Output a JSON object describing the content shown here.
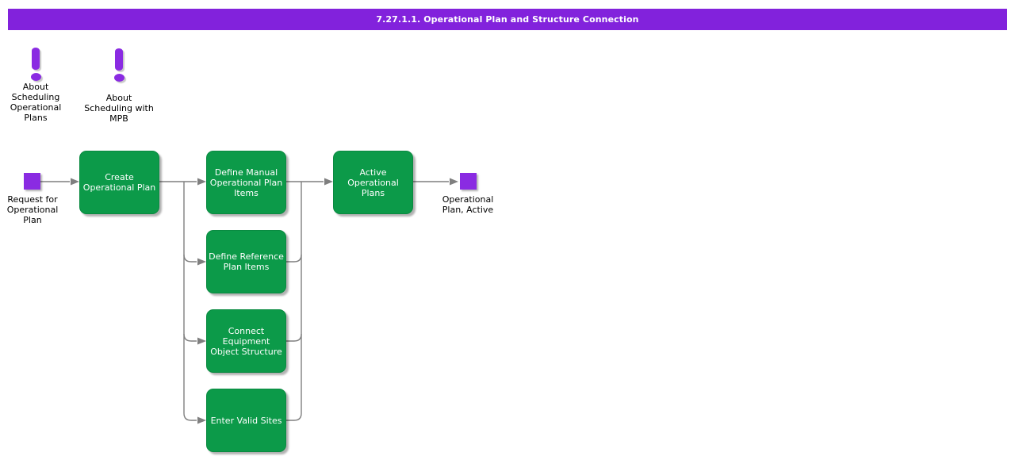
{
  "title_bar": {
    "text": "7.27.1.1. Operational Plan and Structure Connection"
  },
  "notes": [
    {
      "icon": "exclamation-icon",
      "label": "About Scheduling Operational Plans"
    },
    {
      "icon": "exclamation-icon",
      "label": "About Scheduling with MPB"
    }
  ],
  "flow": {
    "start_event": {
      "label": "Request for Operational Plan"
    },
    "activities": [
      {
        "label": "Create Operational Plan"
      },
      {
        "label": "Define Manual Operational Plan Items"
      },
      {
        "label": "Define Reference Plan Items"
      },
      {
        "label": "Connect Equipment Object Structure"
      },
      {
        "label": "Enter Valid Sites"
      },
      {
        "label": "Active Operational Plans"
      }
    ],
    "end_event": {
      "label": "Operational Plan, Active"
    }
  },
  "colors": {
    "title_bar_purple": "#8222DC",
    "shape_purple": "#8A2BE2",
    "activity_green": "#0C9A49",
    "connector_gray": "#7F7F7F",
    "activity_text": "#FFFFFF",
    "label_text": "#000000"
  }
}
